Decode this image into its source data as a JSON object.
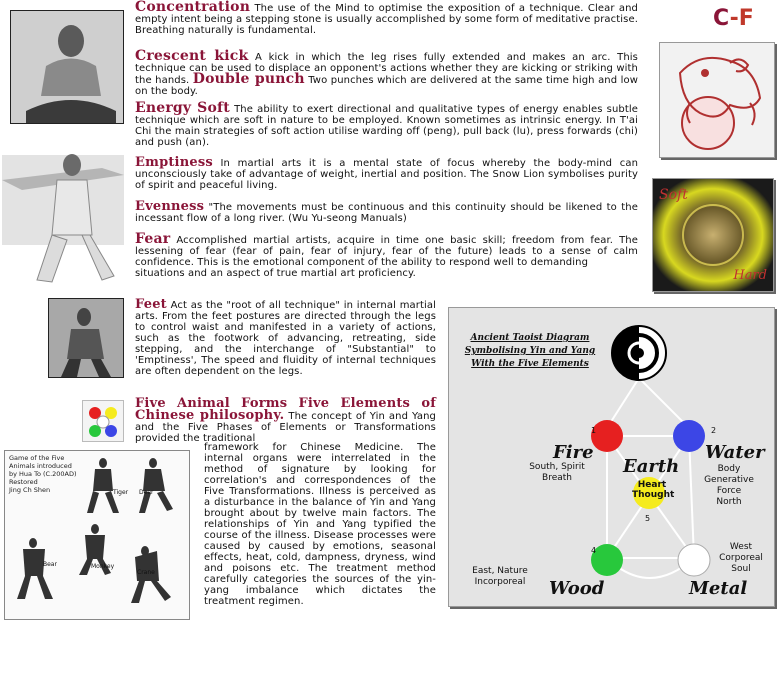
{
  "header": {
    "badge_c": "C",
    "badge_dash": "-",
    "badge_f": "F"
  },
  "entries": {
    "concentration": {
      "term": "Concentration",
      "text": "The use of the Mind to optimise the exposition of a technique. Clear and empty intent being a stepping stone is usually accomplished by some form of meditative practise. Breathing naturally is fundamental."
    },
    "crescent": {
      "term": "Crescent kick",
      "text": "A kick in which the leg rises fully extended and makes an arc. This technique can be used to displace an opponent's actions whether they are kicking or striking with the hands.",
      "term2": "Double punch",
      "text2": "Two punches which are delivered at the same time high and low on the body."
    },
    "energy": {
      "term": "Energy Soft",
      "text": "The ability to exert directional and qualitative types of energy enables subtle technique which are soft in nature to be employed. Known sometimes as intrinsic energy. In T'ai Chi the main strategies of soft action utilise warding off (peng), pull back (lu), press forwards (chi) and push (an)."
    },
    "emptiness": {
      "term": "Emptiness",
      "text": "In martial arts it is a mental state of focus whereby the body-mind can unconsciously take of advantage of weight, inertial and position. The Snow Lion symbolises purity of spirit and peaceful living."
    },
    "evenness": {
      "term": "Evenness",
      "text": "\"The movements must be continuous and this continuity should be likened to the incessant flow of a long river. (Wu Yu-seong  Manuals)"
    },
    "fear": {
      "term": "Fear",
      "text": "Accomplished martial artists, acquire in time one basic skill; freedom from fear. The lessening of fear (fear of pain, fear of injury, fear of the future) leads to a sense of calm confidence. This is the emotional component of the ability to respond well to demanding",
      "text_b": "situations and an aspect of true martial art proficiency."
    },
    "feet": {
      "term": "Feet",
      "text": "Act as the \"root of all technique\" in internal martial arts. From the feet postures are directed through the legs to control waist and manifested in a variety of actions, such as the footwork of advancing, retreating, side stepping, and the interchange of \"Substantial\" to 'Emptiness', The speed and fluidity of internal techniques are often dependent on the legs."
    },
    "five": {
      "term": "Five Animal Forms Five Elements of Chinese philosophy.",
      "text": "The concept of Yin and Yang and the Five Phases of Elements or Transformations provided the traditional",
      "text_b": "framework for Chinese Medicine. The internal organs were interrelated in the method of signature by looking for correlation's and correspondences of the Five Transformations. Illness is perceived as a disturbance in the balance of Yin and Yang brought about by twelve main factors. The relationships of Yin and Yang typified the course of the illness. Disease processes were caused by caused by emotions, seasonal effects, heat, cold, dampness, dryness, wind and poisons etc. The treatment method carefully categories the sources of the yin-yang imbalance which dictates the treatment regimen."
    }
  },
  "animal_chart": {
    "caption": [
      "Game of the Five",
      "Animals introduced",
      "by Hua To (C.200AD)",
      "Restored",
      "Jing Ch Shen"
    ],
    "labels": [
      "Tiger",
      "Deer",
      "Monkey",
      "Bear",
      "Crane"
    ]
  },
  "soft_hard": {
    "top": "Soft",
    "bottom": "Hard"
  },
  "diagram": {
    "title": [
      "Ancient Taoist Diagram",
      "Symbolising Yin and Yang",
      "With the Five Elements"
    ],
    "fire": {
      "num": "1",
      "name": "Fire",
      "desc": [
        "South, Spirit",
        "Breath"
      ]
    },
    "water": {
      "num": "2",
      "name": "Water",
      "desc": [
        "Body",
        "Generative",
        "Force",
        "North"
      ]
    },
    "earth": {
      "name": "Earth",
      "heart": [
        "Heart",
        "Thought"
      ],
      "num": "5"
    },
    "wood": {
      "num": "4",
      "name": "Wood",
      "desc": [
        "East, Nature",
        "Incorporeal"
      ]
    },
    "metal": {
      "name": "Metal",
      "desc": [
        "West",
        "Corporeal",
        "Soul"
      ]
    },
    "colors": {
      "fire": "#e62020",
      "water": "#3c46e6",
      "earth": "#f5eb1e",
      "wood": "#28c83c",
      "metal": "#ffffff"
    }
  }
}
